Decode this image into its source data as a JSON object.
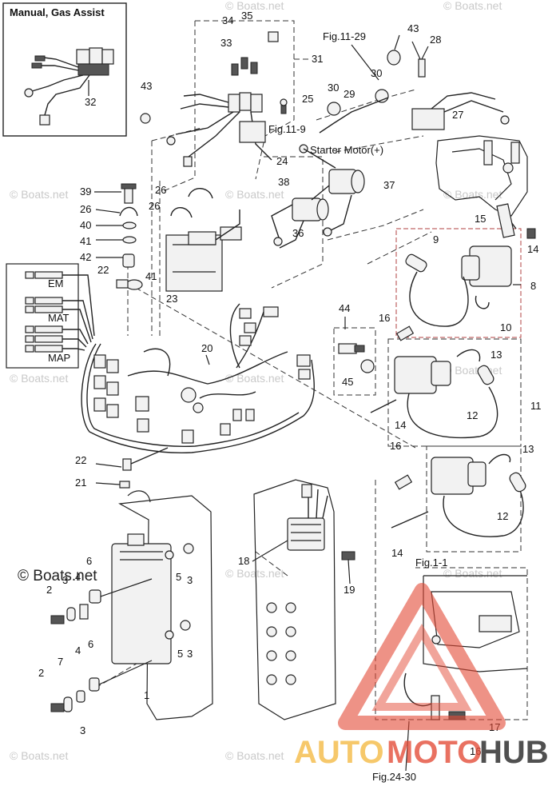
{
  "inset": {
    "title": "Manual, Gas Assist",
    "part_no": "32"
  },
  "references": {
    "fig_11_29": "Fig.11-29",
    "fig_11_9": "Fig.11-9",
    "starter": "Starter Motor(+)",
    "fig_1_1": "Fig.1-1",
    "fig_24_30": "Fig.24-30"
  },
  "sensors": {
    "em": "EM",
    "mat": "MAT",
    "map": "MAP"
  },
  "watermark": "© Boats.net",
  "watermark_main": "© Boats.net",
  "brand": {
    "part1": "AUTO",
    "part2": "MOTO",
    "part3": "HUB"
  },
  "callouts": {
    "c1": "1",
    "c2a": "2",
    "c2b": "2",
    "c3a": "3",
    "c3b": "3",
    "c3c": "3",
    "c3d": "3",
    "c4a": "4",
    "c4b": "4",
    "c5a": "5",
    "c5b": "5",
    "c6a": "6",
    "c6b": "6",
    "c7": "7",
    "c8": "8",
    "c9": "9",
    "c10": "10",
    "c11": "11",
    "c12a": "12",
    "c12b": "12",
    "c13a": "13",
    "c13b": "13",
    "c14a": "14",
    "c14b": "14",
    "c14c": "14",
    "c15": "15",
    "c16a": "16",
    "c16b": "16",
    "c16c": "16",
    "c17": "17",
    "c18": "18",
    "c19": "19",
    "c20": "20",
    "c21": "21",
    "c22a": "22",
    "c22b": "22",
    "c23": "23",
    "c24": "24",
    "c25": "25",
    "c26a": "26",
    "c26b": "26",
    "c26c": "26",
    "c27": "27",
    "c28": "28",
    "c29": "29",
    "c30a": "30",
    "c30b": "30",
    "c31": "31",
    "c33": "33",
    "c34": "34",
    "c35": "35",
    "c36": "36",
    "c37": "37",
    "c38": "38",
    "c39": "39",
    "c40": "40",
    "c41a": "41",
    "c41b": "41",
    "c42": "42",
    "c43a": "43",
    "c43b": "43",
    "c44": "44",
    "c45": "45"
  }
}
